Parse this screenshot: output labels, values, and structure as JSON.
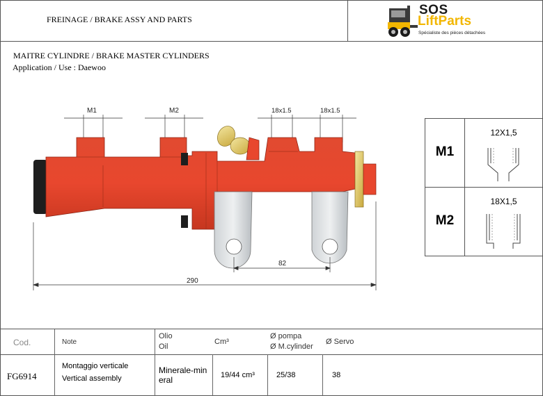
{
  "header": {
    "section_title": "FREINAGE / BRAKE ASSY AND PARTS"
  },
  "logo": {
    "line1": "SOS",
    "line2": "LiftParts",
    "tagline": "Spécialiste des pièces détachées",
    "colors": {
      "primary": "#f2b600",
      "dark": "#1b1b1b"
    }
  },
  "product": {
    "title": "MAITRE CYLINDRE / BRAKE MASTER CYLINDERS",
    "application": "Application / Use : Daewoo"
  },
  "drawing": {
    "body_color": "#e8472e",
    "dims": {
      "port1": "M1",
      "port2": "M2",
      "port3": "18x1.5",
      "port4": "18x1.5",
      "mount_spacing": "82",
      "overall_length": "290"
    }
  },
  "threads": [
    {
      "label": "M1",
      "size": "12X1,5"
    },
    {
      "label": "M2",
      "size": "18X1,5"
    }
  ],
  "table": {
    "headers": {
      "cod": "Cod.",
      "note": "Note",
      "olio_1": "Olio",
      "olio_2": "Oil",
      "cm3": "Cm³",
      "pompa_1": "Ø pompa",
      "pompa_2": "Ø M.cylinder",
      "servo": "Ø Servo"
    },
    "row": {
      "cod": "FG6914",
      "note_1": "Montaggio verticale",
      "note_2": "Vertical assembly",
      "oil_1": "Minerale-min",
      "oil_2": "eral",
      "cm3": "19/44 cm³",
      "pompa": "25/38",
      "servo": "38"
    }
  }
}
